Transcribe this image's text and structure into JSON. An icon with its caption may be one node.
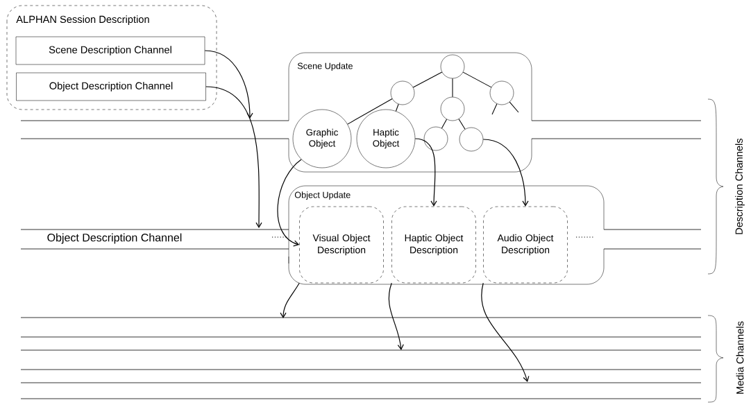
{
  "diagram": {
    "nodes": [
      {
        "text": [
          "ALPHAN Session Description"
        ]
      },
      {
        "text": [
          "Scene Description Channel"
        ],
        "in": 0
      },
      {
        "text": [
          "Object Description Channel"
        ],
        "in": 0
      },
      {
        "text": [
          "Scene Update"
        ]
      },
      {
        "text": [
          "Graphic Object"
        ],
        "in": 3
      },
      {
        "text": [
          "Haptic Object"
        ],
        "in": 3
      },
      {
        "text": [],
        "shape": "circle",
        "in": 3
      },
      {
        "text": [],
        "shape": "circle",
        "in": 3
      },
      {
        "text": [],
        "shape": "circle",
        "in": 3
      },
      {
        "text": [],
        "shape": "circle",
        "in": 3
      },
      {
        "text": [],
        "shape": "circle",
        "in": 3
      },
      {
        "text": [],
        "shape": "circle",
        "in": 3
      },
      {
        "text": [
          "Object Update"
        ]
      },
      {
        "text": [
          "Visual Object Description"
        ],
        "in": 12
      },
      {
        "text": [
          "Haptic Object Description"
        ],
        "in": 12
      },
      {
        "text": [
          "Audio Object Description"
        ],
        "in": 12
      }
    ],
    "edges": [
      {
        "from": 1,
        "to": null,
        "arrow": "to"
      },
      {
        "from": 2,
        "to": null,
        "arrow": "to"
      },
      {
        "from": 6,
        "to": 7,
        "arrow": "none"
      },
      {
        "from": 6,
        "to": 9,
        "arrow": "none"
      },
      {
        "from": 6,
        "to": 8,
        "arrow": "none"
      },
      {
        "from": 7,
        "to": 4,
        "arrow": "none"
      },
      {
        "from": 7,
        "to": 5,
        "arrow": "none"
      },
      {
        "from": 9,
        "to": 10,
        "arrow": "none"
      },
      {
        "from": 9,
        "to": 11,
        "arrow": "none"
      },
      {
        "from": 8,
        "to": null,
        "arrow": "none"
      },
      {
        "from": 8,
        "to": null,
        "arrow": "none"
      },
      {
        "from": 4,
        "to": 13,
        "arrow": "to"
      },
      {
        "from": 5,
        "to": 14,
        "arrow": "to"
      },
      {
        "from": 11,
        "to": 15,
        "arrow": "to"
      },
      {
        "from": 13,
        "to": null,
        "arrow": "to"
      },
      {
        "from": 14,
        "to": null,
        "arrow": "to"
      },
      {
        "from": 15,
        "to": null,
        "arrow": "to"
      }
    ],
    "labels": [
      "Object Description Channel",
      "Description Channels",
      "Media Channels"
    ]
  }
}
